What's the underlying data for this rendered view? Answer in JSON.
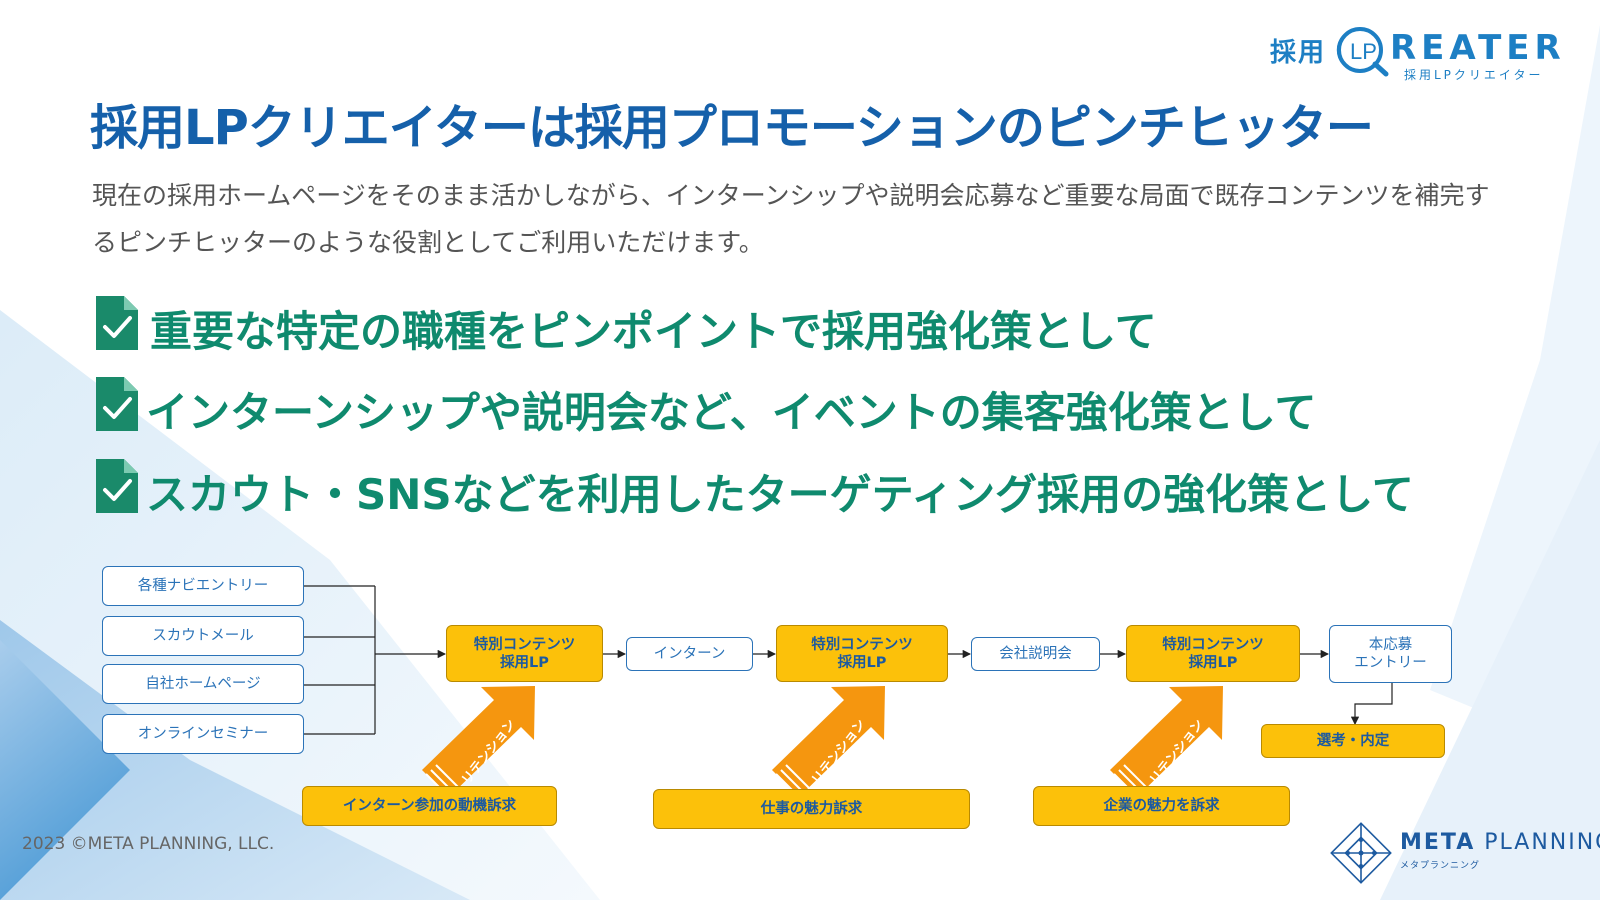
{
  "logo": {
    "kanji": "採用",
    "mark": "LP",
    "word": "REATER",
    "sub": "採用LPクリエイター"
  },
  "title": "採用LPクリエイターは採用プロモーションのピンチヒッター",
  "description": "現在の採用ホームページをそのまま活かしながら、インターンシップや説明会応募など重要な局面で既存コンテンツを補完するピンチヒッターのような役割としてご利用いただけます。",
  "points": [
    "重要な特定の職種をピンポイントで採用強化策として",
    "インターンシップや説明会など、イベントの集客強化策として",
    "スカウト・SNSなどを利用したターゲティング採用の強化策として"
  ],
  "flow": {
    "sources": [
      "各種ナビエントリー",
      "スカウトメール",
      "自社ホームページ",
      "オンラインセミナー"
    ],
    "special_lp": "特別コンテンツ\n採用LP",
    "intern": "インターン",
    "seminar": "会社説明会",
    "final_entry": "本応募\nエントリー",
    "selection": "選考・内定",
    "retention": "リテンション",
    "appeals": [
      "インターン参加の動機訴求",
      "仕事の魅力訴求",
      "企業の魅力を訴求"
    ]
  },
  "footer": {
    "copyright": "2023 ©META PLANNING, LLC.",
    "brand_bold": "META",
    "brand_rest": " PLANNING",
    "brand_sub": "メタプランニング"
  },
  "colors": {
    "title": "#1560aa",
    "points": "#0f8a6e",
    "accent_yellow": "#fcc10a",
    "arrow_orange": "#f5960f",
    "box_border": "#2b73b8"
  }
}
